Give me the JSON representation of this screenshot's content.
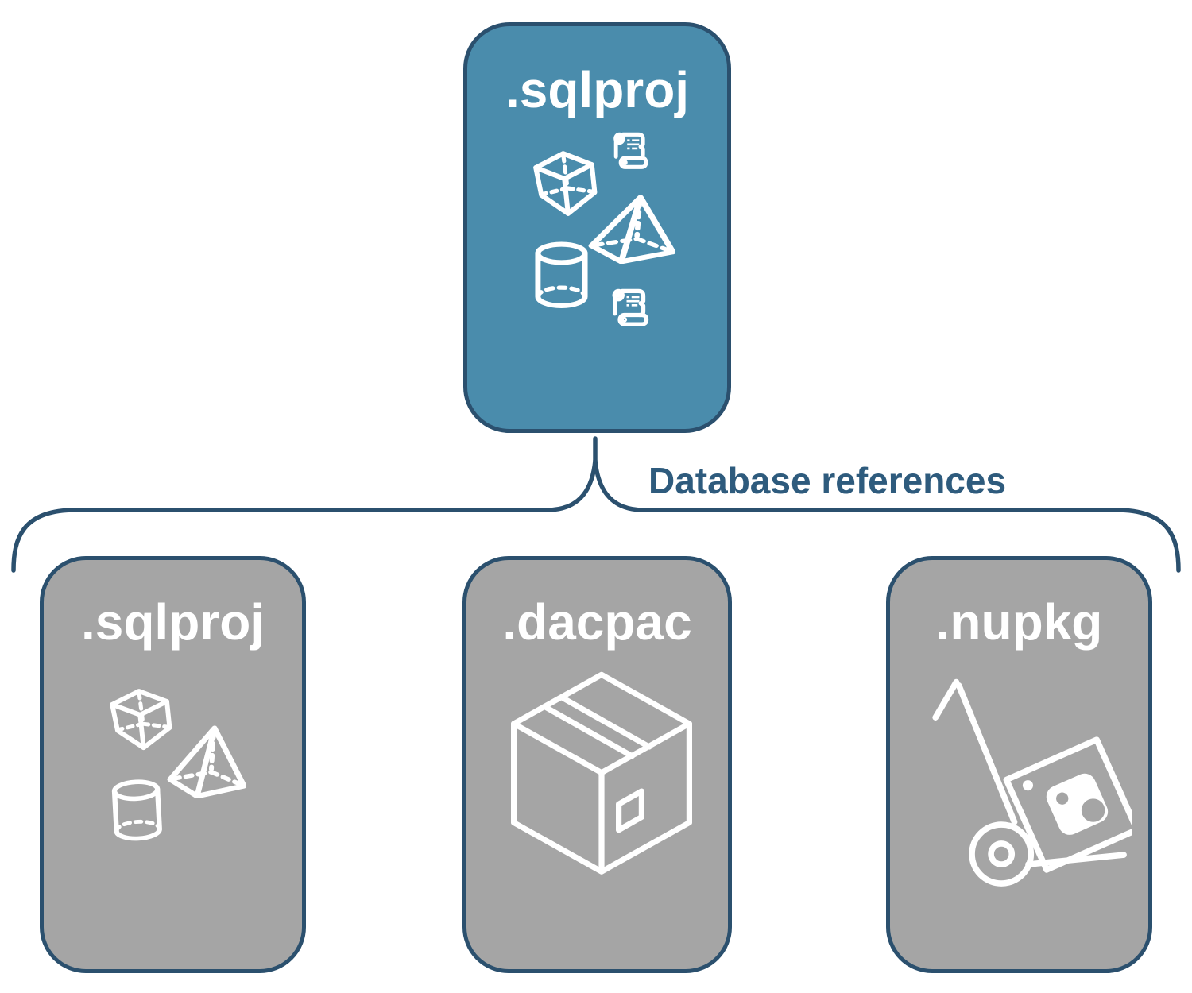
{
  "root_card": {
    "label": ".sqlproj",
    "icons": [
      "cube-icon",
      "scroll-icon",
      "pyramid-icon",
      "cylinder-icon",
      "scroll-icon"
    ]
  },
  "connector": {
    "label": "Database references"
  },
  "child_cards": [
    {
      "label": ".sqlproj",
      "icons": [
        "cube-icon",
        "pyramid-icon",
        "cylinder-icon"
      ]
    },
    {
      "label": ".dacpac",
      "icons": [
        "package-box-icon"
      ]
    },
    {
      "label": ".nupkg",
      "icons": [
        "hand-truck-nuget-icon"
      ]
    }
  ],
  "colors": {
    "root_fill": "#4A8CAC",
    "child_fill": "#A5A5A5",
    "outline": "#2B506E",
    "connector_label_text": "#2E5B7D",
    "icon_stroke": "#FFFFFF",
    "background": "#FFFFFF"
  }
}
